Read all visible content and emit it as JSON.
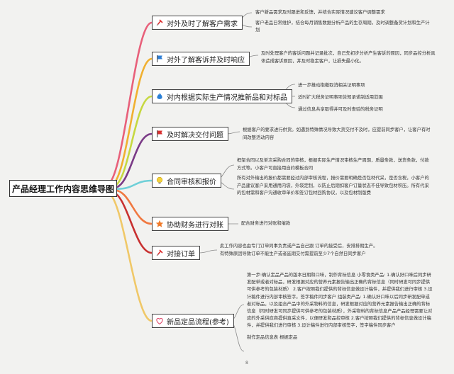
{
  "title": "产品经理工作内容思维导图",
  "branches": [
    {
      "label": "对外及时了解客户需求",
      "icon": "pin-icon",
      "notes": [
        "客户新品需求及时跟进和反馈，并结合实际情况建议客户调整需求",
        "客户老品日常维护，结合每月销售数据分析产品的生存周期，及时调整备货计划和生产计划"
      ]
    },
    {
      "label": "对外了解客诉并及时响应",
      "icon": "flag-blue-icon",
      "notes": [
        "及时处理客户的客诉问题并记录批次，自己先初步分析产生客诉的原因，同步品控分析具体造成客诉原因，并及时稳定客户，让损失最小化。"
      ]
    },
    {
      "label": "对内根据实际生产情况推新品和对标品",
      "icon": "flame-icon",
      "notes": [
        "进一步推动抱缴取消相关证明事项",
        "适时扩大税务证明事项告知承诺制适用范围",
        "通过信息共享取得并可及时查验的税务证明"
      ]
    },
    {
      "label": "及时解决交付问题",
      "icon": "flag-red-icon",
      "notes": [
        "根据客户的要求进行供货。如遇到特殊情况导致大货交付不及时，应提前同步客户，让客户有时间改整活动内容"
      ]
    },
    {
      "label": "合同审核和报价",
      "icon": "lightbulb-icon",
      "notes": [
        "框架合同以及单次采购合同的审核，根据实际生产情况审核生产周期，质量条款，送货条款，付款方式等。小客户可直接用自约模板合同",
        "所有对外输出的报价都需要经过内部审核流程，报价需要明确是否包材代采，是否含税，小客户的产品建议客户采用通用内袋，外袋定制，以防止后期扣客户订量状态不佳导致包材积压。所有代采的包材需和客户沟通收审单价和签订包材回购协议，以及包材制版费"
      ]
    },
    {
      "label": "协助财务进行对账",
      "icon": "star-icon",
      "notes": [
        "配合财务进行对账和催款"
      ]
    },
    {
      "label": "对接订单",
      "icon": "pin-icon",
      "notes": [
        "此工作内容也由专门订单同事负责或产品自己跟 订单的接受后，安排排期生产。",
        "有特殊原因导致订单不能生产或者延期交付需提前至少7个自然日同步客户"
      ]
    },
    {
      "label": "新品定品流程(参考)",
      "icon": "heart-icon",
      "notes": [
        "第一步:确认定品产品的版本日期和口味，制作背标信息 小零食类产品: 1.确认好口味后同步研发配单或者对标品，研发根据对应的营养元素报告输出正确的背标信息（同时研发可同步提供可供参考的包装材质） 2.客户按照我们提供的背标信息做设计稿件，并提供我们进行审核 3.设计稿件进行内部审核签字。签字稿件同步客户 组装类产品: 1.确认好口味以后同步研发配单或者对标品，以及组合产品中的外采物料的信息，研发根据对应的营养元素报告输出正确的背标信息（同时研发可同步提供可供参考的包装材质），外采物料的背标信息产品产品经理需要让对应的外采供应商提供直采文件，以便研发和品控审核 2.客户按照我们提供的背标信息做设计稿件，并提供我们进行审核 3.设计稿件进行内部审核签字，签字稿件同步客户",
        "制作定品信息表 根据定品"
      ]
    }
  ],
  "page_number": "8",
  "colors": [
    "#e8607a",
    "#f0b030",
    "#c6d840",
    "#7a3a86",
    "#6fd0d8",
    "#f07840",
    "#c83030",
    "#f0c868"
  ]
}
